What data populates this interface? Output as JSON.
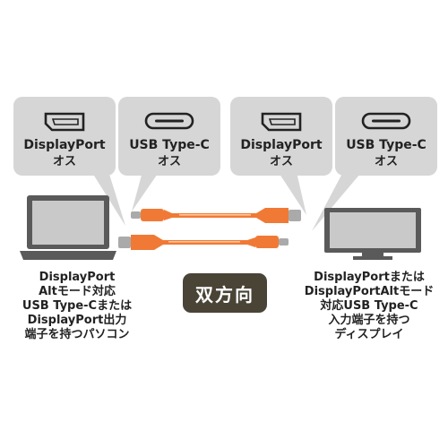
{
  "bubbles": [
    {
      "name": "DisplayPort",
      "gender": "オス",
      "icon": "displayport-connector-icon"
    },
    {
      "name": "USB Type-C",
      "gender": "オス",
      "icon": "usb-c-connector-icon"
    },
    {
      "name": "DisplayPort",
      "gender": "オス",
      "icon": "displayport-connector-icon"
    },
    {
      "name": "USB Type-C",
      "gender": "オス",
      "icon": "usb-c-connector-icon"
    }
  ],
  "left_caption": {
    "lines": [
      "DisplayPort",
      "Altモード対応",
      "USB Type-Cまたは",
      "DisplayPort出力",
      "端子を持つパソコン"
    ]
  },
  "right_caption": {
    "lines": [
      "DisplayPortまたは",
      "DisplayPortAltモード",
      "対応USB Type-C",
      "入力端子を持つ",
      "ディスプレイ"
    ]
  },
  "badge": {
    "label": "双方向"
  },
  "colors": {
    "bubble": "#d6d6d6",
    "cable": "#f07a35",
    "cable_highlight": "#ffc59a",
    "plug_metal": "#aaaaaa",
    "device": "#5a5a5a",
    "badge": "#4a4437"
  },
  "icons": [
    "laptop-icon",
    "monitor-icon",
    "cable-icon"
  ]
}
